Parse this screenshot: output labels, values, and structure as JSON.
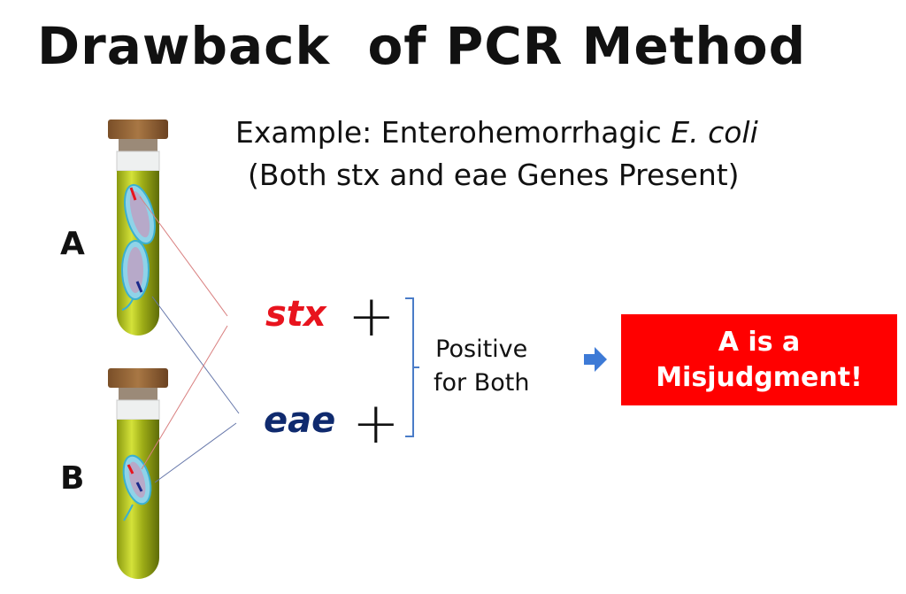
{
  "title": "Drawback  of PCR Method",
  "example": {
    "line1_prefix": "Example: Enterohemorrhagic ",
    "line1_italic": "E. coli",
    "line2": "(Both stx and eae Genes Present)"
  },
  "tubes": [
    {
      "label": "A"
    },
    {
      "label": "B"
    }
  ],
  "genes": [
    {
      "name": "stx",
      "result": "+",
      "color": "#e8141e"
    },
    {
      "name": "eae",
      "result": "+",
      "color": "#0f2a6e"
    }
  ],
  "conclusion": {
    "line1": "Positive",
    "line2": "for Both"
  },
  "result": {
    "line1": "A is a",
    "line2": "Misjudgment!",
    "color": "#ff0000"
  }
}
